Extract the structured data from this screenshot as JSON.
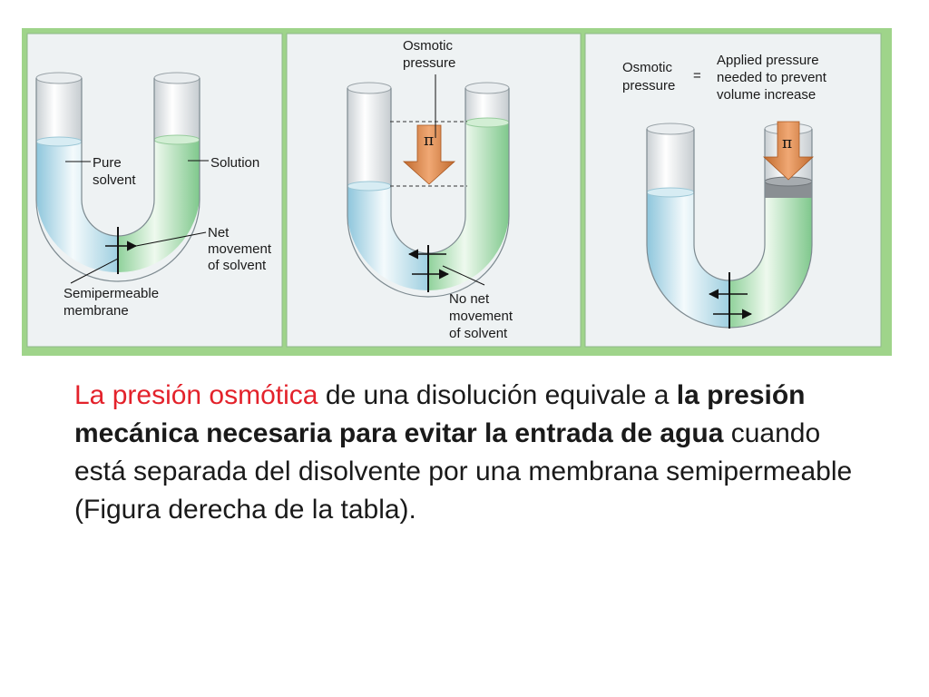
{
  "diagram": {
    "panel1": {
      "pure_solvent": [
        "Pure",
        "solvent"
      ],
      "solution": "Solution",
      "net_movement": [
        "Net",
        "movement",
        "of solvent"
      ],
      "membrane": [
        "Semipermeable",
        "membrane"
      ]
    },
    "panel2": {
      "osmotic_pressure": [
        "Osmotic",
        "pressure"
      ],
      "pi": "π",
      "no_net_movement": [
        "No net",
        "movement",
        "of solvent"
      ]
    },
    "panel3": {
      "osmotic_pressure": [
        "Osmotic",
        "pressure"
      ],
      "equals": "=",
      "applied_pressure": [
        "Applied pressure",
        "needed to prevent",
        "volume increase"
      ],
      "pi": "π"
    },
    "colors": {
      "frame_green": "#9fd48a",
      "panel_bg": "#eef2f3",
      "solvent_blue": "#b9dbe8",
      "solution_green": "#a9dcae",
      "arrow_orange": "#d98a4e",
      "caption_accent": "#e3222b"
    }
  },
  "caption": {
    "accent": "La presión osmótica",
    "t1": " de una disolución equivale a ",
    "bold1": "la presión mecánica necesaria para evitar la entrada de agua",
    "t2": " cuando está separada del disolvente por una membrana semipermeable (Figura derecha de la tabla)."
  }
}
